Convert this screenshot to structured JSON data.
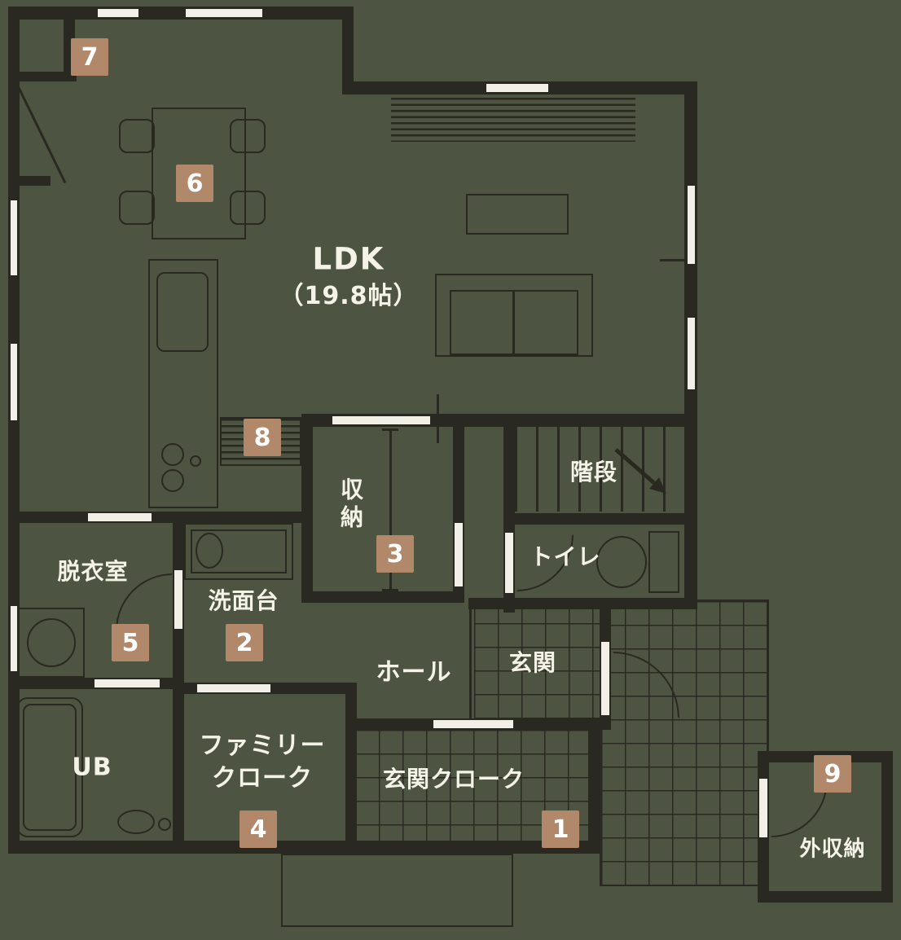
{
  "colors": {
    "bg": "#4d5542",
    "wall": "#2a2921",
    "ink": "#f5f2e8",
    "badge": "#b1886a",
    "paper": "#f2efe6"
  },
  "rooms": {
    "ldk": {
      "label": "LDK",
      "size": "（19.8帖）"
    },
    "storage": {
      "label": "収納"
    },
    "stairs": {
      "label": "階段"
    },
    "toilet": {
      "label": "トイレ"
    },
    "dressing": {
      "label": "脱衣室"
    },
    "vanity": {
      "label": "洗面台"
    },
    "hall": {
      "label": "ホール"
    },
    "entrance": {
      "label": "玄関"
    },
    "bath": {
      "label": "UB"
    },
    "family_closet": {
      "line1": "ファミリー",
      "line2": "クローク"
    },
    "entrance_closet": {
      "label": "玄関クローク"
    },
    "outdoor_storage": {
      "label": "外収納"
    }
  },
  "markers": [
    "1",
    "2",
    "3",
    "4",
    "5",
    "6",
    "7",
    "8",
    "9"
  ]
}
